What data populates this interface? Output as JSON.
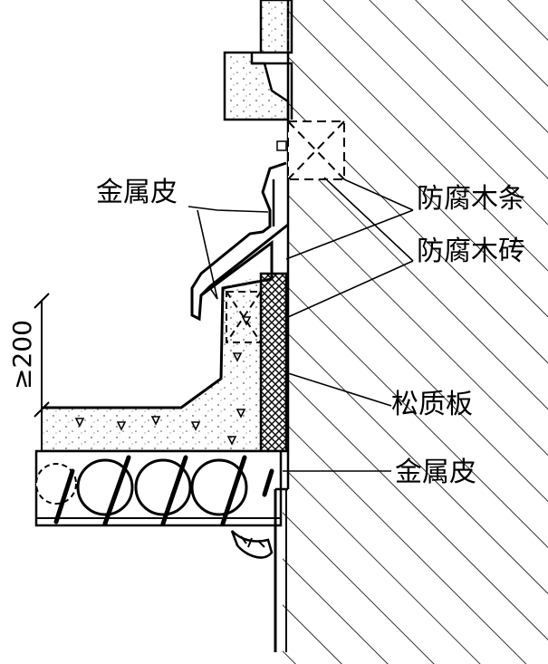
{
  "labels": {
    "metal_skin_top": "金属皮",
    "wood_strip": "防腐木条",
    "wood_brick": "防腐木砖",
    "loose_board": "松质板",
    "metal_skin_bottom": "金属皮"
  },
  "dimension": "≥200",
  "colors": {
    "line": "#000000",
    "background": "#ffffff",
    "concrete_speckle": "#555555"
  }
}
